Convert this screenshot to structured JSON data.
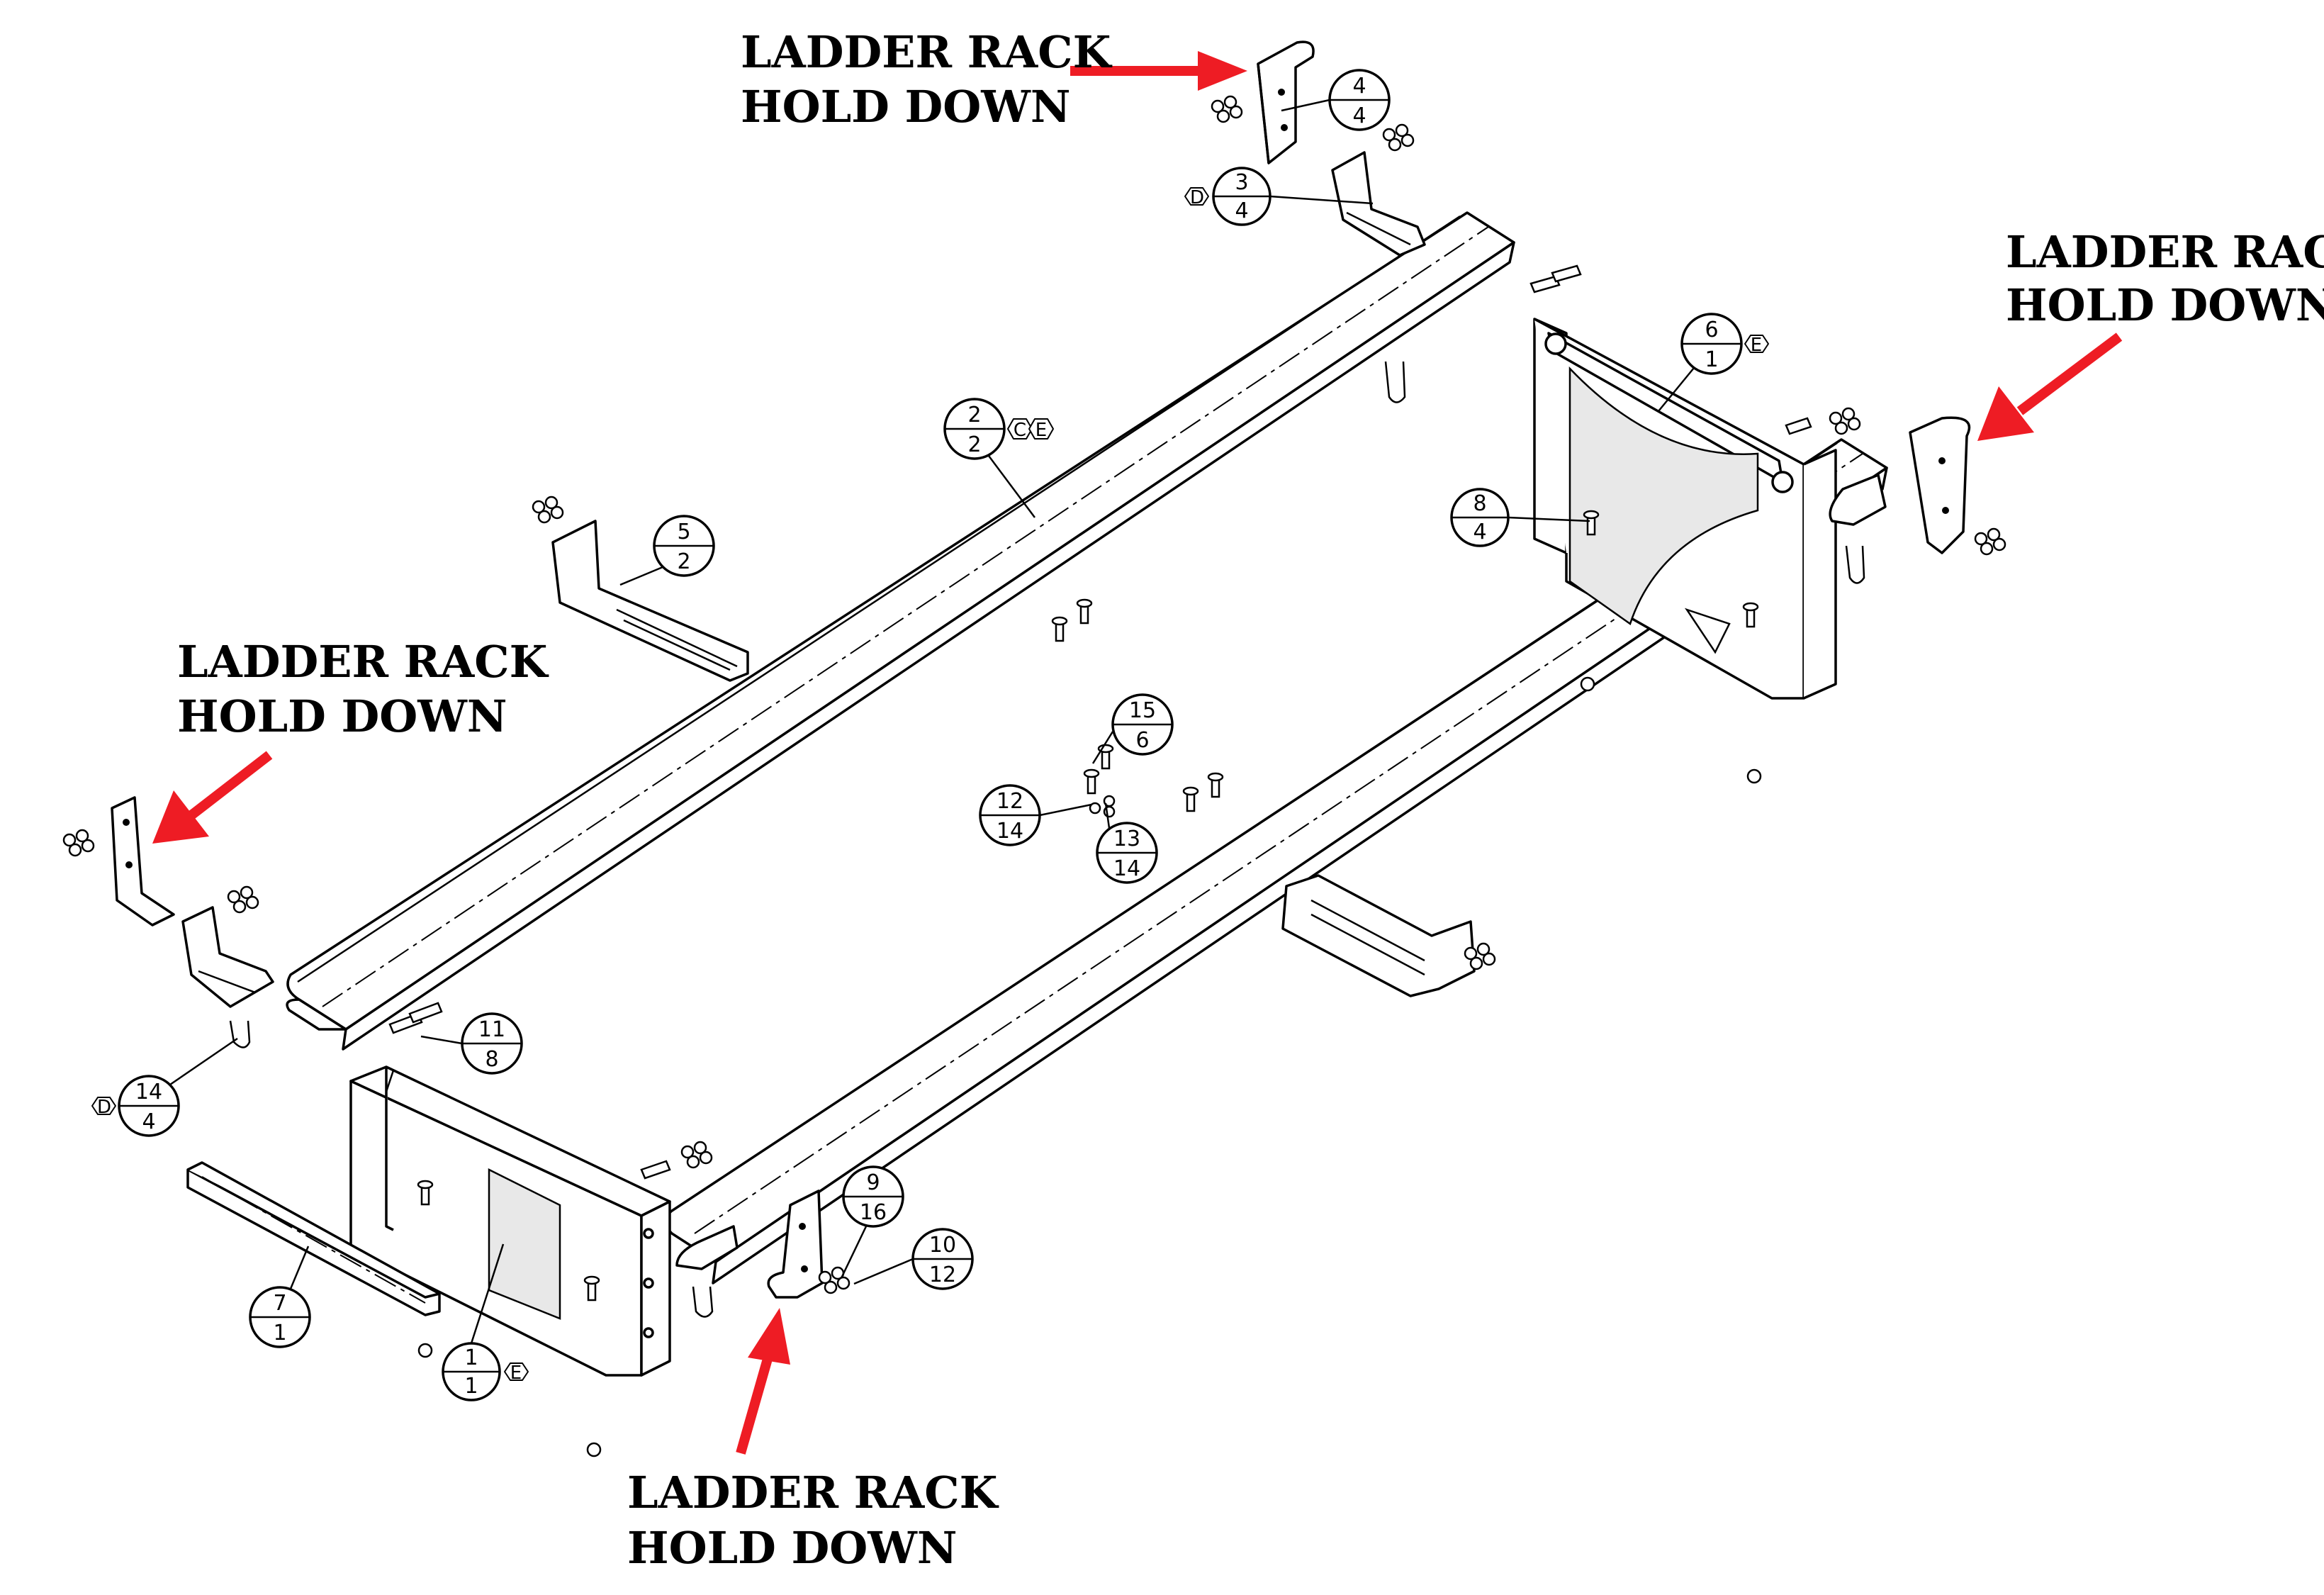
{
  "callouts": [
    {
      "id": "top",
      "line1": "LADDER RACK",
      "line2": "HOLD DOWN"
    },
    {
      "id": "right",
      "line1": "LADDER RACK",
      "line2": "HOLD DOWN"
    },
    {
      "id": "left",
      "line1": "LADDER RACK",
      "line2": "HOLD DOWN"
    },
    {
      "id": "bottom",
      "line1": "LADDER RACK",
      "line2": "HOLD DOWN"
    }
  ],
  "arrow_color": "#ee1c24",
  "balloons": [
    {
      "item": "1",
      "qty": "1",
      "tags": [
        "E"
      ]
    },
    {
      "item": "2",
      "qty": "2",
      "tags": [
        "C",
        "E"
      ]
    },
    {
      "item": "3",
      "qty": "4",
      "tags": [
        "D"
      ]
    },
    {
      "item": "4",
      "qty": "4",
      "tags": []
    },
    {
      "item": "5",
      "qty": "2",
      "tags": []
    },
    {
      "item": "6",
      "qty": "1",
      "tags": [
        "E"
      ]
    },
    {
      "item": "7",
      "qty": "1",
      "tags": []
    },
    {
      "item": "8",
      "qty": "4",
      "tags": []
    },
    {
      "item": "9",
      "qty": "16",
      "tags": []
    },
    {
      "item": "10",
      "qty": "12",
      "tags": []
    },
    {
      "item": "11",
      "qty": "8",
      "tags": []
    },
    {
      "item": "12",
      "qty": "14",
      "tags": []
    },
    {
      "item": "13",
      "qty": "14",
      "tags": []
    },
    {
      "item": "14",
      "qty": "4",
      "tags": [
        "D"
      ]
    },
    {
      "item": "15",
      "qty": "6",
      "tags": []
    }
  ]
}
